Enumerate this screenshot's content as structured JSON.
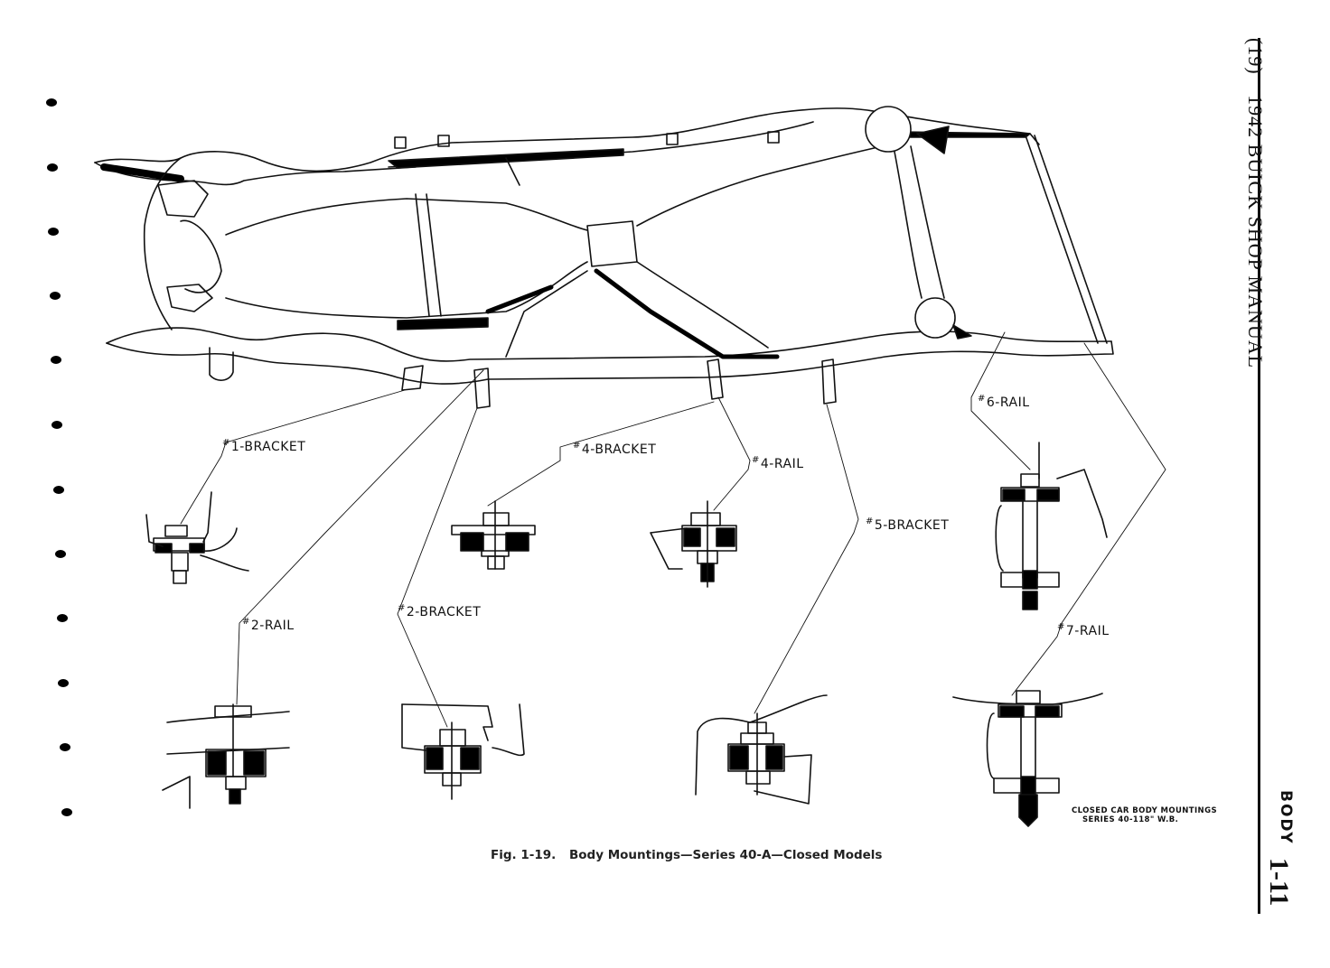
{
  "header": {
    "page_ref": "(19)",
    "manual_title": "1942 BUICK SHOP MANUAL"
  },
  "footer": {
    "section": "BODY",
    "page_number": "1-11"
  },
  "figure": {
    "number": "Fig. 1-19.",
    "caption": "Body Mountings—Series 40-A—Closed Models",
    "note_line1": "CLOSED CAR BODY MOUNTINGS",
    "note_line2": "SERIES 40-118\" W.B."
  },
  "callouts": [
    {
      "id": "1-bracket",
      "hash": "#",
      "label": "1-BRACKET"
    },
    {
      "id": "2-rail",
      "hash": "#",
      "label": "2-RAIL"
    },
    {
      "id": "2-bracket",
      "hash": "#",
      "label": "2-BRACKET"
    },
    {
      "id": "4-bracket",
      "hash": "#",
      "label": "4-BRACKET"
    },
    {
      "id": "4-rail",
      "hash": "#",
      "label": "4-RAIL"
    },
    {
      "id": "5-bracket",
      "hash": "#",
      "label": "5-BRACKET"
    },
    {
      "id": "6-rail",
      "hash": "#",
      "label": "6-RAIL"
    },
    {
      "id": "7-rail",
      "hash": "#",
      "label": "7-RAIL"
    }
  ],
  "binder_holes": 12
}
